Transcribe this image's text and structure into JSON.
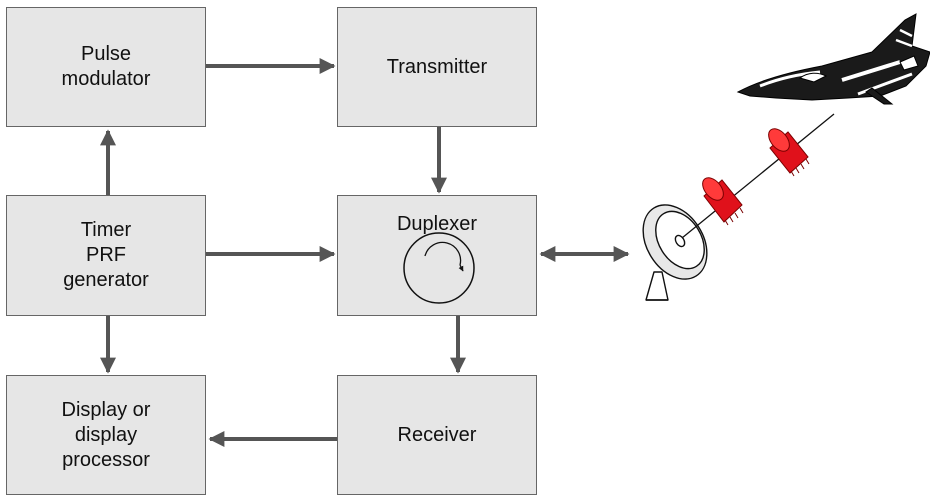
{
  "blocks": {
    "pulse_modulator": {
      "lines": [
        "Pulse",
        "modulator"
      ]
    },
    "transmitter": {
      "lines": [
        "Transmitter"
      ]
    },
    "timer": {
      "lines": [
        "Timer",
        "PRF",
        "generator"
      ]
    },
    "duplexer": {
      "lines": [
        "Duplexer"
      ]
    },
    "display": {
      "lines": [
        "Display or",
        "display",
        "processor"
      ]
    },
    "receiver": {
      "lines": [
        "Receiver"
      ]
    }
  },
  "colors": {
    "block_fill": "#e6e6e6",
    "block_border": "#666666",
    "arrow": "#555555",
    "pulse": "#e0111b",
    "aircraft": "#1a1a1a"
  },
  "icons": [
    "circulator-icon",
    "dish-antenna-icon",
    "radar-pulse-icon",
    "fighter-jet-icon"
  ]
}
